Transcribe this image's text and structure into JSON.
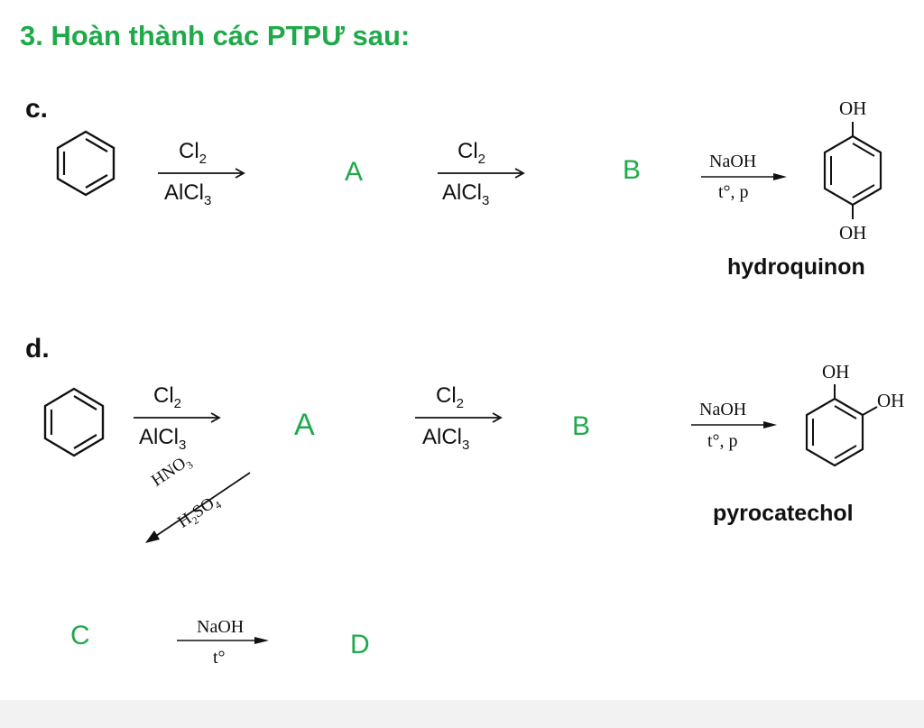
{
  "title": "3. Hoàn thành các PTPƯ sau:",
  "part_c": {
    "label": "c.",
    "step1": {
      "above": "Cl",
      "above_sub": "2",
      "below": "AlCl",
      "below_sub": "3"
    },
    "A": "A",
    "step2": {
      "above": "Cl",
      "above_sub": "2",
      "below": "AlCl",
      "below_sub": "3"
    },
    "B": "B",
    "step3": {
      "above": "NaOH",
      "below": "t°, p"
    },
    "product_oh_top": "OH",
    "product_oh_bottom": "OH",
    "product_name": "hydroquinon"
  },
  "part_d": {
    "label": "d.",
    "step1": {
      "above": "Cl",
      "above_sub": "2",
      "below": "AlCl",
      "below_sub": "3"
    },
    "A": "A",
    "step2": {
      "above": "Cl",
      "above_sub": "2",
      "below": "AlCl",
      "below_sub": "3"
    },
    "B": "B",
    "step3": {
      "above": "NaOH",
      "below": "t°, p"
    },
    "product_oh_1": "OH",
    "product_oh_2": "OH",
    "product_name": "pyrocatechol",
    "nitration": {
      "above": "HNO",
      "above_sub": "3",
      "below": "H",
      "below_sub": "2",
      "below_rest": "SO",
      "below_sub2": "4"
    },
    "C": "C",
    "step4": {
      "above": "NaOH",
      "below": "t°"
    },
    "D": "D"
  },
  "colors": {
    "accent": "#1faa4a",
    "text": "#111111"
  }
}
